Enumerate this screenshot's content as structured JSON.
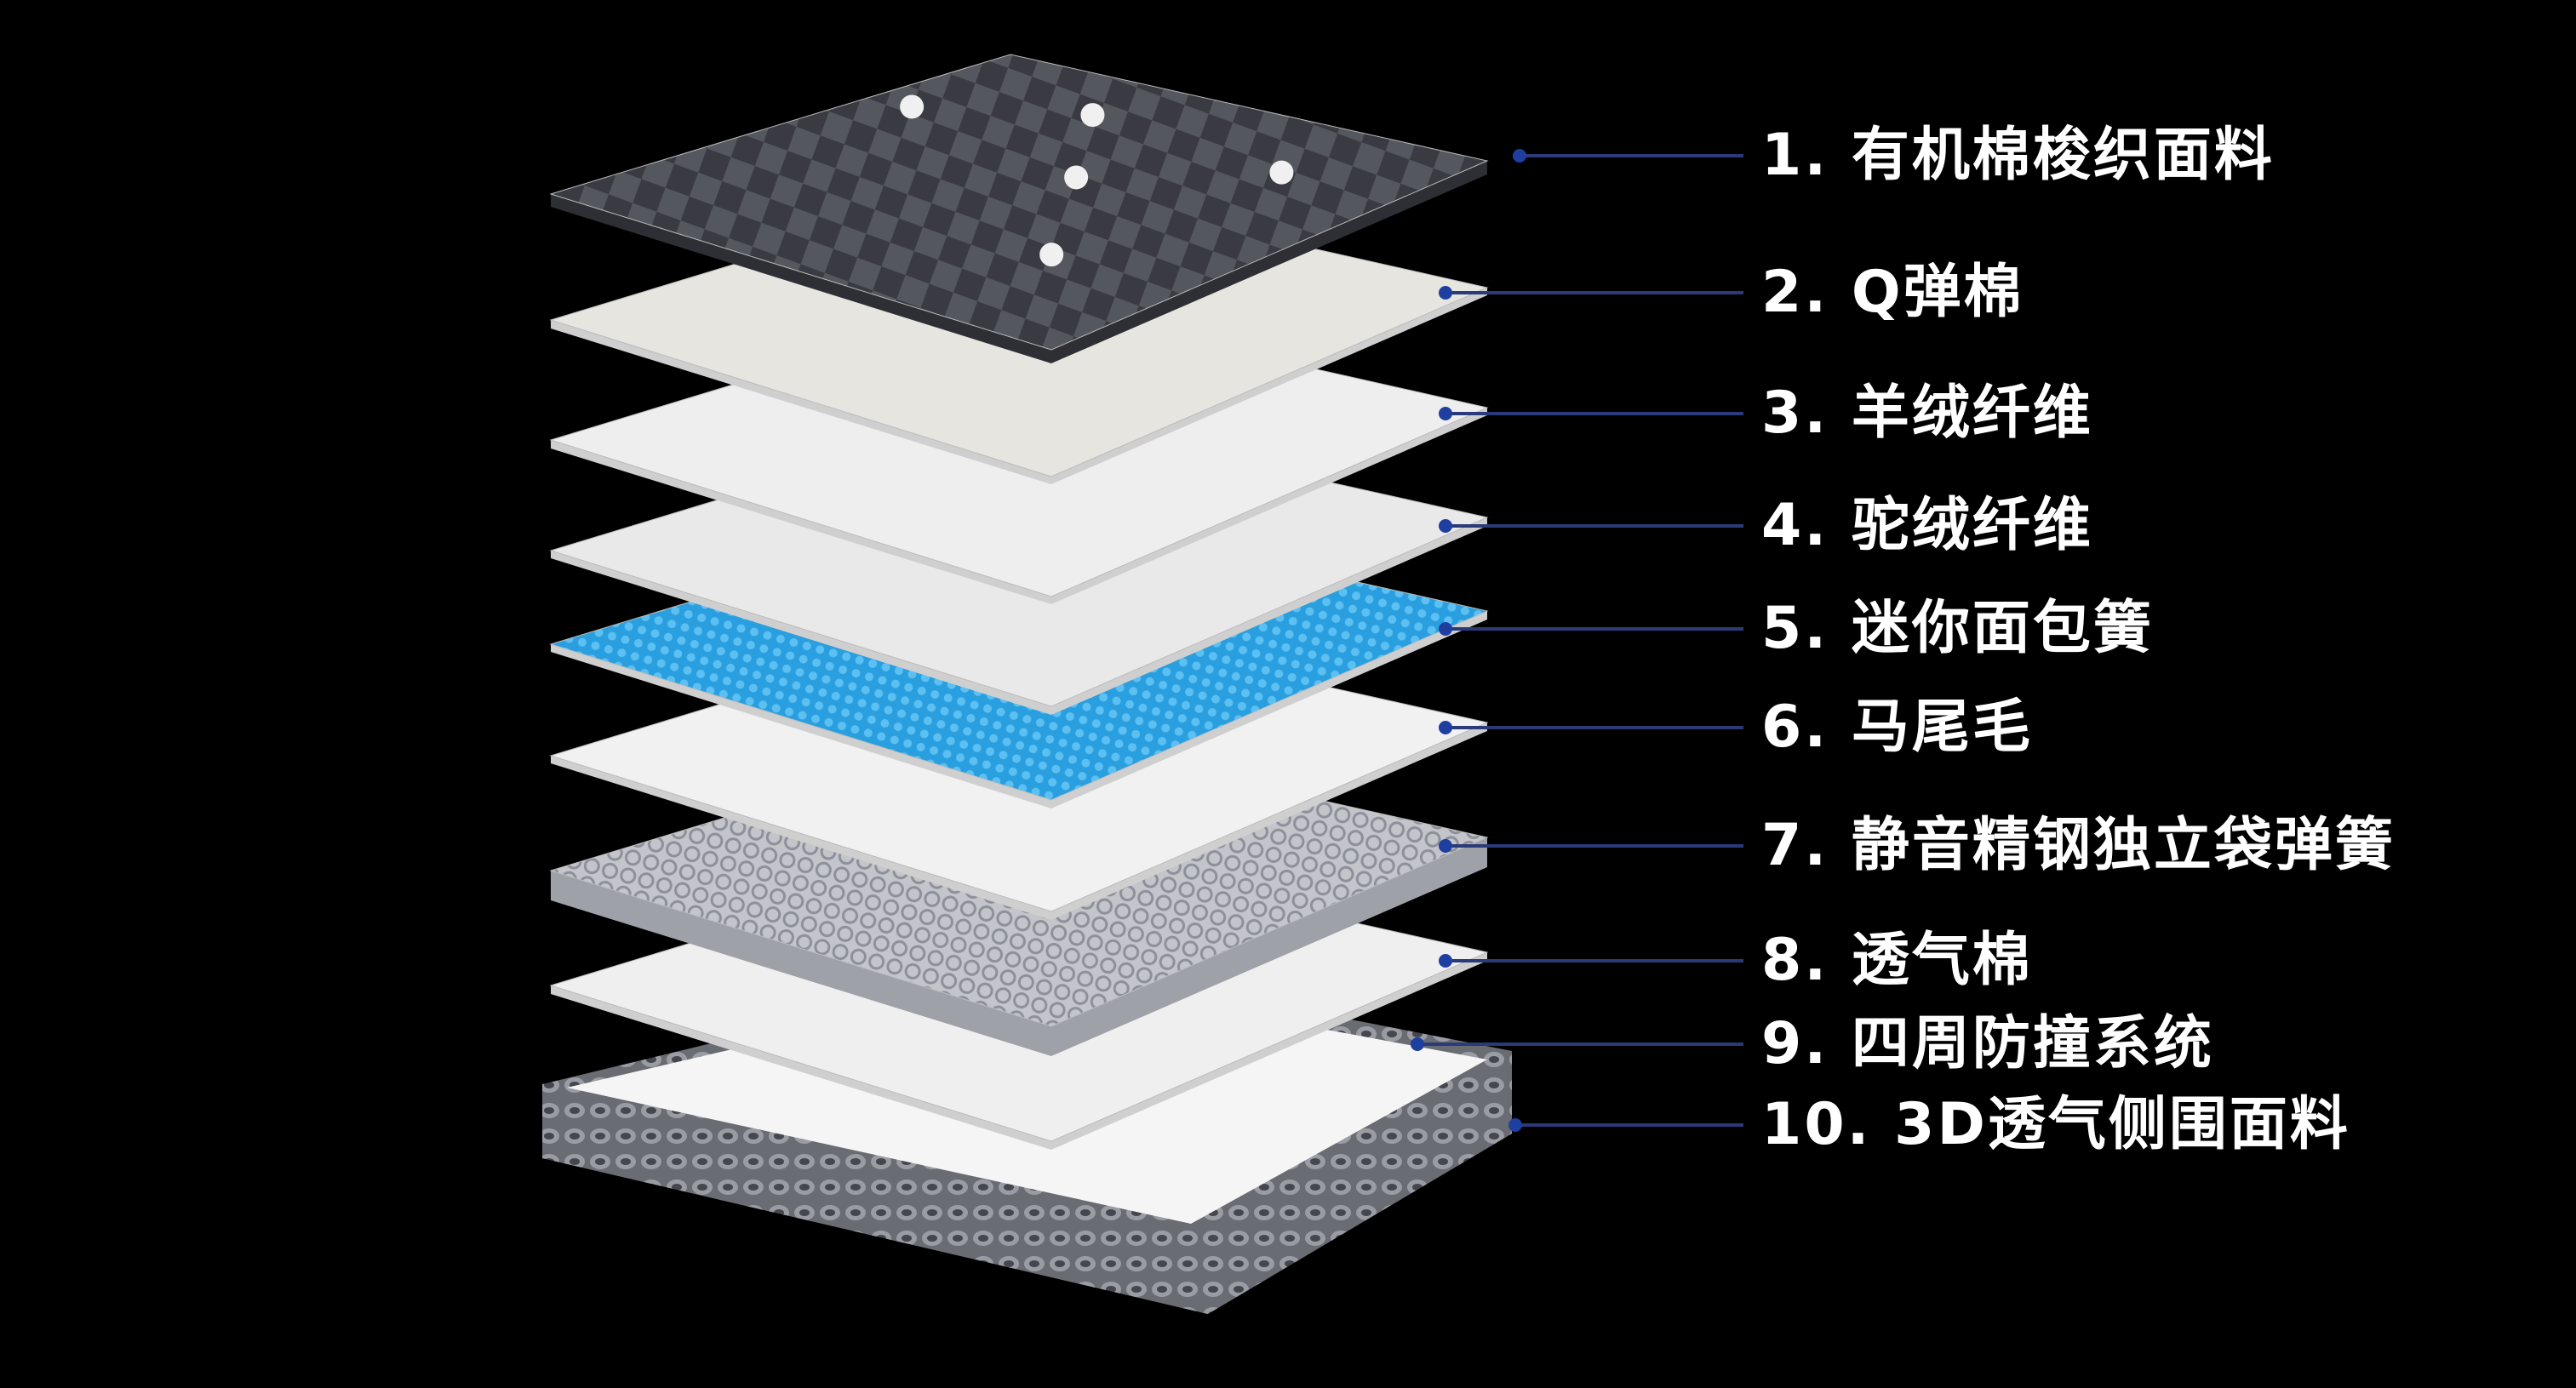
{
  "title_layers": [
    {
      "label": "1. 有机棉梭织面料",
      "color": "#55575f"
    },
    {
      "label": "2. Q弹棉",
      "color": "#e6e5df"
    },
    {
      "label": "3. 羊绒纤维",
      "color": "#eeeeee"
    },
    {
      "label": "4. 驼绒纤维",
      "color": "#e9e9e9"
    },
    {
      "label": "5. 迷你面包簧",
      "color": "#2a9fe0"
    },
    {
      "label": "6. 马尾毛",
      "color": "#f1f1f1"
    },
    {
      "label": "7. 静音精钢独立袋弹簧",
      "color": "#c3c5cb"
    },
    {
      "label": "8. 透气棉",
      "color": "#efefef"
    },
    {
      "label": "9. 四周防撞系统",
      "color": "#f5f5f5"
    },
    {
      "label": "10. 3D透气侧围面料",
      "color": "#6a6c74"
    }
  ],
  "colors": {
    "background": "#000000",
    "leader_line": "#2b3a78",
    "dot": "#1f3fa0"
  }
}
